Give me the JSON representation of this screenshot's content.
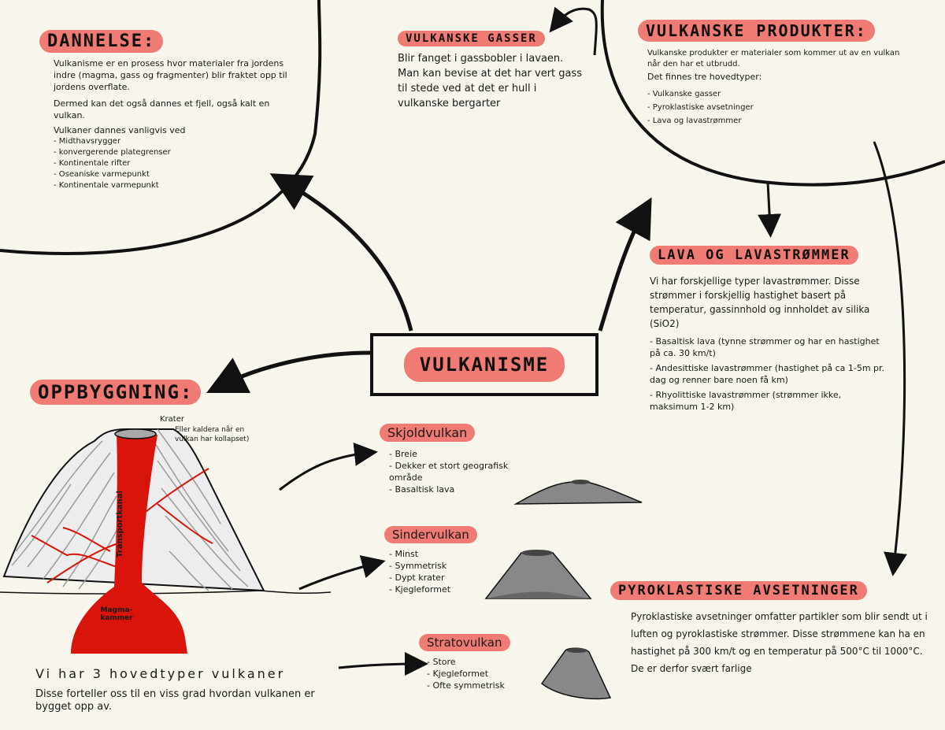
{
  "center": {
    "title": "VULKANISME"
  },
  "dannelse": {
    "title": "DANNELSE:",
    "p1": "Vulkanisme er en prosess hvor materialer fra jordens indre (magma, gass og fragmenter) blir fraktet opp til jordens overflate.",
    "p2": "Dermed kan det også dannes et fjell, også kalt en vulkan.",
    "intro": "Vulkaner dannes vanligvis ved",
    "items": [
      "Midthavsrygger",
      "konvergerende plategrenser",
      "Kontinentale rifter",
      "Oseaniske varmepunkt",
      "Kontinentale varmepunkt"
    ]
  },
  "gasser": {
    "title": "VULKANSKE GASSER",
    "text": "Blir fanget i gassbobler i lavaen. Man kan bevise at det har vert gass til stede ved at det er hull i vulkanske bergarter"
  },
  "produkter": {
    "title": "VULKANSKE PRODUKTER:",
    "p1": "Vulkanske produkter er materialer som kommer ut av en vulkan når den har et utbrudd.",
    "p2": "Det finnes tre hovedtyper:",
    "items": [
      "Vulkanske gasser",
      "Pyroklastiske avsetninger",
      "Lava og lavastrømmer"
    ]
  },
  "lava": {
    "title": "LAVA OG LAVASTRØMMER",
    "text": "Vi har forskjellige typer lavastrømmer. Disse strømmer i forskjellig hastighet basert på temperatur, gassinnhold og innholdet av silika (SiO2)",
    "items": [
      "Basaltisk lava (tynne strømmer og har en hastighet på ca. 30 km/t)",
      "Andesittiske lavastrømmer (hastighet på ca 1-5m pr. dag og renner bare noen få km)",
      "Rhyolittiske lavastrømmer (strømmer ikke, maksimum 1-2 km)"
    ]
  },
  "pyro": {
    "title": "PYROKLASTISKE AVSETNINGER",
    "text": "Pyroklastiske avsetninger omfatter partikler som blir sendt ut i luften og pyroklastiske strømmer. Disse strømmene kan ha en hastighet på 300 km/t og en temperatur på 500°C til 1000°C. De er derfor svært farlige"
  },
  "oppbygning": {
    "title": "OPPBYGGNING:",
    "labels": {
      "krater": "Krater",
      "kaldera": "Eller kaldera når en vulkan har kollapset)",
      "transport": "Transportkanal",
      "magma": "Magma-kammer"
    },
    "text1": "Vi har 3 hovedtyper vulkaner",
    "text2": "Disse forteller oss til en viss grad hvordan vulkanen er bygget opp av."
  },
  "skjold": {
    "title": "Skjoldvulkan",
    "items": [
      "Breie",
      "Dekker et stort geografisk område",
      "Basaltisk lava"
    ]
  },
  "sinder": {
    "title": "Sindervulkan",
    "items": [
      "Minst",
      "Symmetrisk",
      "Dypt krater",
      "Kjegleformet"
    ]
  },
  "strato": {
    "title": "Stratovulkan",
    "items": [
      "Store",
      "Kjegleformet",
      "Ofte symmetrisk"
    ]
  }
}
